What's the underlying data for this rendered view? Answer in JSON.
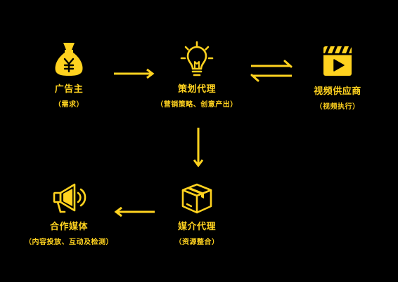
{
  "colors": {
    "accent": "#FFD21F",
    "background": "#000000"
  },
  "nodes": {
    "client": {
      "title": "广告主",
      "subtitle": "（需求）",
      "icon": "money-bag-icon"
    },
    "planning_agency": {
      "title": "策划代理",
      "subtitle": "（营销策略、创意产出）",
      "icon": "lightbulb-icon"
    },
    "video_supplier": {
      "title": "视频供应商",
      "subtitle": "（视频执行）",
      "icon": "video-clapper-icon"
    },
    "media_agency": {
      "title": "媒介代理",
      "subtitle": "（资源整合）",
      "icon": "box-icon"
    },
    "partner_media": {
      "title": "合作媒体",
      "subtitle": "（内容投放、互动及检测）",
      "icon": "megaphone-icon"
    }
  },
  "edges": [
    {
      "from": "client",
      "to": "planning_agency"
    },
    {
      "from": "planning_agency",
      "to": "video_supplier",
      "bidirectional": true
    },
    {
      "from": "planning_agency",
      "to": "media_agency"
    },
    {
      "from": "media_agency",
      "to": "partner_media"
    }
  ]
}
